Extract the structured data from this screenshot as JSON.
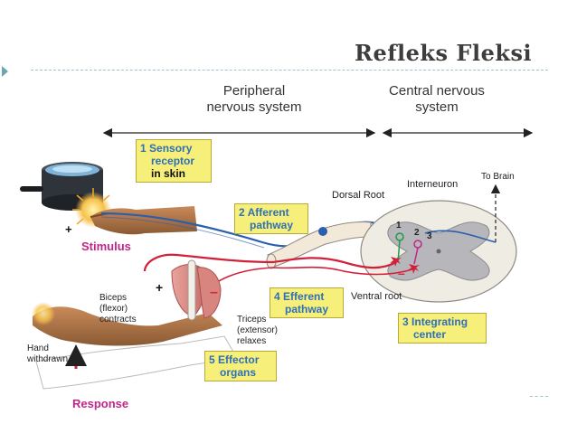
{
  "title": "Refleks Fleksi",
  "headers": {
    "peripheral": "Peripheral nervous system",
    "central": "Central nervous system"
  },
  "steps": {
    "s1_num": "1",
    "s1_a": "Sensory",
    "s1_b": "receptor",
    "s1_c": "in skin",
    "s2_num": "2",
    "s2_a": "Afferent",
    "s2_b": "pathway",
    "s3_num": "3",
    "s3_a": "Integrating",
    "s3_b": "center",
    "s4_num": "4",
    "s4_a": "Efferent",
    "s4_b": "pathway",
    "s5_num": "5",
    "s5_a": "Effector",
    "s5_b": "organs"
  },
  "labels": {
    "stimulus": "Stimulus",
    "response": "Response",
    "dorsal_root": "Dorsal Root",
    "ventral_root": "Ventral root",
    "interneuron": "Interneuron",
    "to_brain": "To Brain",
    "biceps_1": "Biceps",
    "biceps_2": "(flexor)",
    "biceps_3": "contracts",
    "triceps_1": "Triceps",
    "triceps_2": "(extensor)",
    "triceps_3": "relaxes",
    "hand_1": "Hand",
    "hand_2": "withdrawn",
    "plus": "+",
    "minus": "–",
    "syn1": "1",
    "syn2": "2",
    "syn3": "3"
  },
  "colors": {
    "afferent": "#2b5fae",
    "efferent": "#d3203a",
    "label_blue": "#2f6fb5",
    "box_yellow": "#f6ef7a"
  }
}
